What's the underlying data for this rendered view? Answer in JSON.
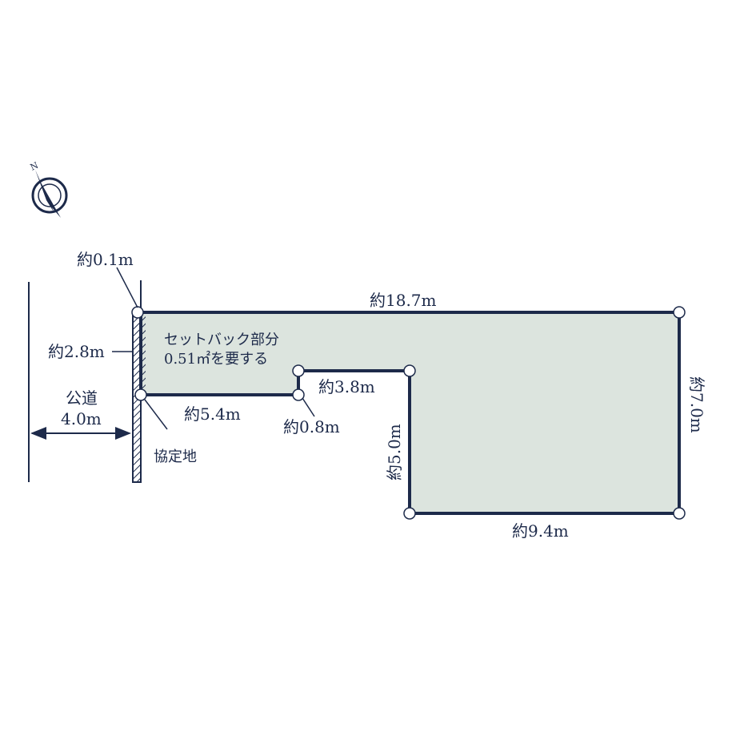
{
  "compass": {
    "north_label": "N"
  },
  "dimensions": {
    "top": "約18.7m",
    "right": "約7.0m",
    "bottom": "約9.4m",
    "inner_vertical": "約5.0m",
    "inner_horizontal": "約3.8m",
    "step": "約0.8m",
    "lower_left": "約5.4m",
    "frontage": "約2.8m",
    "setback_width": "約0.1m"
  },
  "setback_note": {
    "line1": "セットバック部分",
    "line2": "0.51㎡を要する"
  },
  "road": {
    "name": "公道",
    "width": "4.0m"
  },
  "agreement_land": "協定地",
  "colors": {
    "lot_fill": "#dce4de",
    "line": "#1d2a4a",
    "text": "#1d2a4a"
  }
}
